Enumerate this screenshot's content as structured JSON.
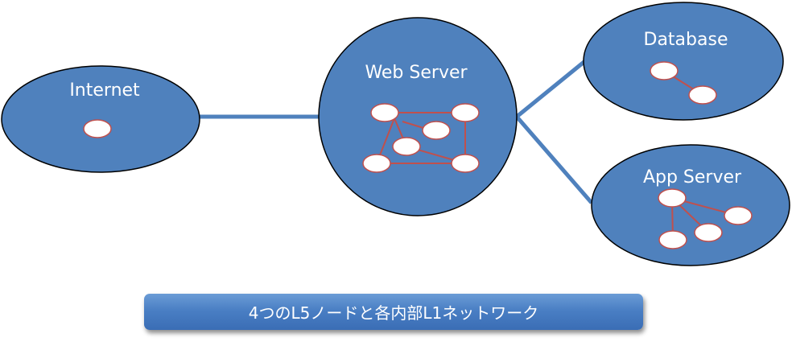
{
  "nodes": {
    "internet": {
      "label": "Internet"
    },
    "web_server": {
      "label": "Web Server"
    },
    "database": {
      "label": "Database"
    },
    "app_server": {
      "label": "App Server"
    }
  },
  "caption": "4つのL5ノードと各内部L1ネットワーク",
  "colors": {
    "node_fill": "#4f81bd",
    "node_stroke": "#000000",
    "link": "#4f81bd",
    "inner_link": "#c0504d",
    "inner_node_fill": "#ffffff"
  }
}
